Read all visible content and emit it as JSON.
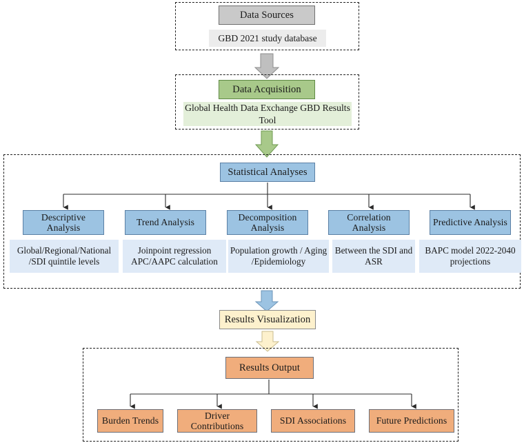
{
  "diagram": {
    "title": "GBD study analysis workflow flowchart",
    "colors": {
      "gray_box": "#c9c9c9",
      "green_box": "#a8c98a",
      "blue_box": "#9cc3e2",
      "orange_box": "#f0ad7c",
      "cream_box": "#fdf1cd",
      "panel_gray": "#ececec",
      "panel_green": "#e3efd9",
      "panel_blue": "#dfeaf7",
      "connector": "#2b2b2b"
    }
  },
  "stage_data_sources": {
    "header": "Data Sources",
    "description": "GBD 2021 study database"
  },
  "stage_data_acquisition": {
    "header": "Data Acquisition",
    "description": "Global Health Data Exchange GBD Results Tool"
  },
  "stage_statistical_analyses": {
    "header": "Statistical Analyses",
    "branches": [
      {
        "label": "Descriptive Analysis",
        "description": "Global/Regional/National /SDI quintile levels"
      },
      {
        "label": "Trend Analysis",
        "description": "Joinpoint regression APC/AAPC calculation"
      },
      {
        "label": "Decomposition Analysis",
        "description": "Population growth / Aging /Epidemiology"
      },
      {
        "label": "Correlation Analysis",
        "description": "Between the SDI and ASR"
      },
      {
        "label": "Predictive Analysis",
        "description": "BAPC model 2022-2040 projections"
      }
    ]
  },
  "stage_results_visualization": {
    "header": "Results Visualization"
  },
  "stage_results_output": {
    "header": "Results Output",
    "branches": [
      {
        "label": "Burden Trends"
      },
      {
        "label": "Driver Contributions"
      },
      {
        "label": "SDI Associations"
      },
      {
        "label": "Future Predictions"
      }
    ]
  },
  "arrows": {
    "sources_to_acquisition": "down-arrow-gray",
    "acquisition_to_analyses": "down-arrow-green",
    "analyses_to_visualization": "down-arrow-blue",
    "visualization_to_output": "down-arrow-cream"
  }
}
